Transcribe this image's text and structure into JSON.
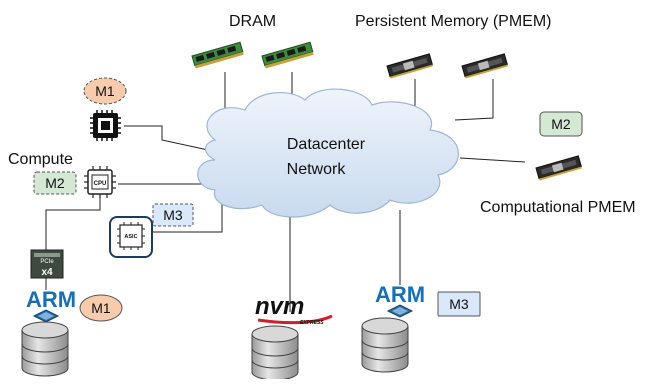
{
  "labels": {
    "dram": "DRAM",
    "pmem": "Persistent Memory (PMEM)",
    "compute": "Compute",
    "network_line1": "Datacenter",
    "network_line2": "Network",
    "comp_pmem": "Computational PMEM"
  },
  "badges": {
    "m1_top": "M1",
    "m2_compute": "M2",
    "m3_asic": "M3",
    "m1_arm": "M1",
    "m2_pmem": "M2",
    "m3_storage": "M3"
  },
  "chips": {
    "cpu": "CPU",
    "asic": "ASIC",
    "pcie": "PCIe",
    "pcie_x4": "x4"
  },
  "logos": {
    "arm_left": "ARM",
    "arm_right": "ARM",
    "nvm": "nvm",
    "nvm_sub": "EXPRESS"
  },
  "colors": {
    "cloud_fill": "#dfe9f5",
    "m1_fill": "#f8cbad",
    "m2_fill": "#d5e8d4",
    "m3_fill": "#dae8fc",
    "arm_blue": "#1a6fb3",
    "nvm_red": "#d11f2e"
  }
}
